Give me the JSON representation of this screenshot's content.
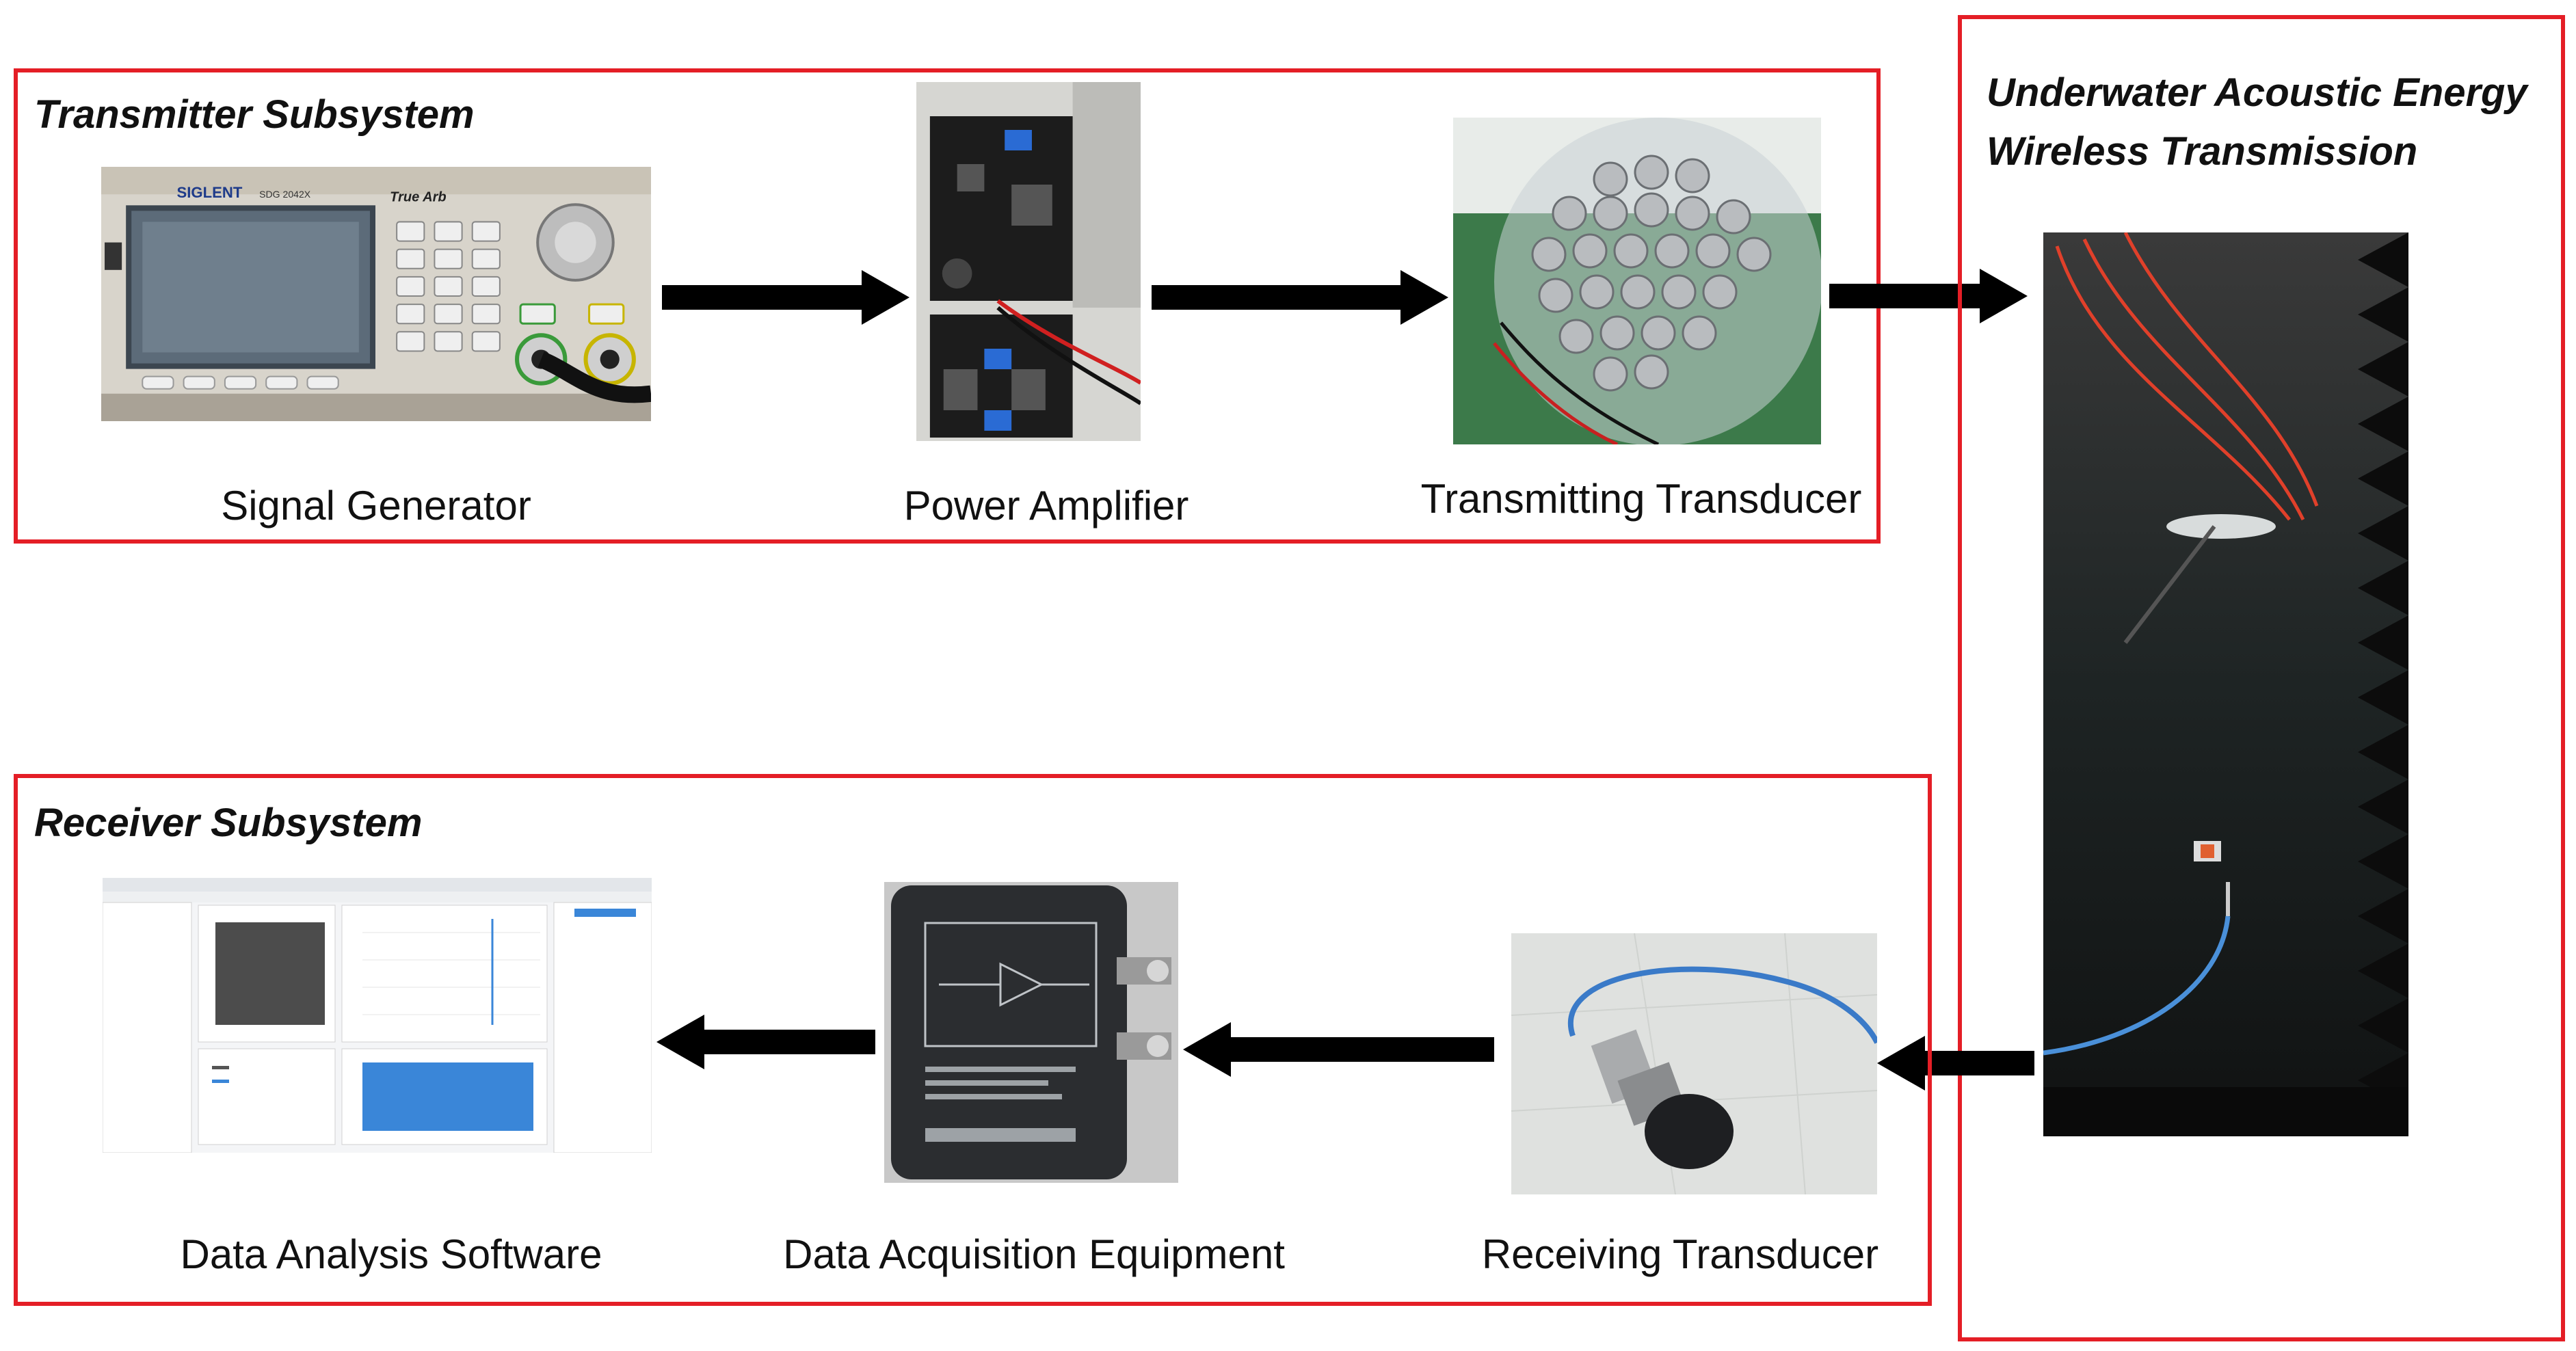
{
  "transmitter": {
    "title": "Transmitter Subsystem",
    "components": [
      {
        "id": "signal-generator",
        "label": "Signal Generator",
        "icon": "signal-generator-photo"
      },
      {
        "id": "power-amplifier",
        "label": "Power Amplifier",
        "icon": "power-amplifier-photo"
      },
      {
        "id": "transmitting-transducer",
        "label": "Transmitting Transducer",
        "icon": "transducer-array-photo"
      }
    ],
    "device_text": {
      "brand": "SIGLENT",
      "model": "SDG 2042X",
      "series": "True Arb"
    }
  },
  "channel": {
    "title_line1": "Underwater Acoustic Energy",
    "title_line2": "Wireless Transmission",
    "icon": "water-tank-photo"
  },
  "receiver": {
    "title": "Receiver Subsystem",
    "components": [
      {
        "id": "data-analysis-software",
        "label": "Data Analysis Software",
        "icon": "software-screenshot"
      },
      {
        "id": "data-acquisition-equipment",
        "label": "Data Acquisition Equipment",
        "icon": "daq-device-photo"
      },
      {
        "id": "receiving-transducer",
        "label": "Receiving Transducer",
        "icon": "hydrophone-photo"
      }
    ]
  },
  "colors": {
    "frame": "#e41e26",
    "arrow": "#000000",
    "text": "#111111"
  }
}
